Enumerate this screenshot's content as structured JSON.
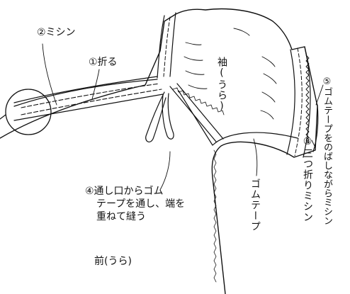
{
  "labels": {
    "step2": "②ミシン",
    "step1": "①折る",
    "sleeve": "袖(うら)",
    "step4_line1": "④通し口からゴム",
    "step4_line2": "テープを通し、端を",
    "step4_line3": "重ねて縫う",
    "front": "前(うら)",
    "elastic": "ゴムテープ",
    "step3": "③三つ折りミシン",
    "step5": "⑤ゴムテープをのばしながらミシン"
  },
  "style": {
    "line_color": "#111111",
    "background": "#ffffff"
  }
}
